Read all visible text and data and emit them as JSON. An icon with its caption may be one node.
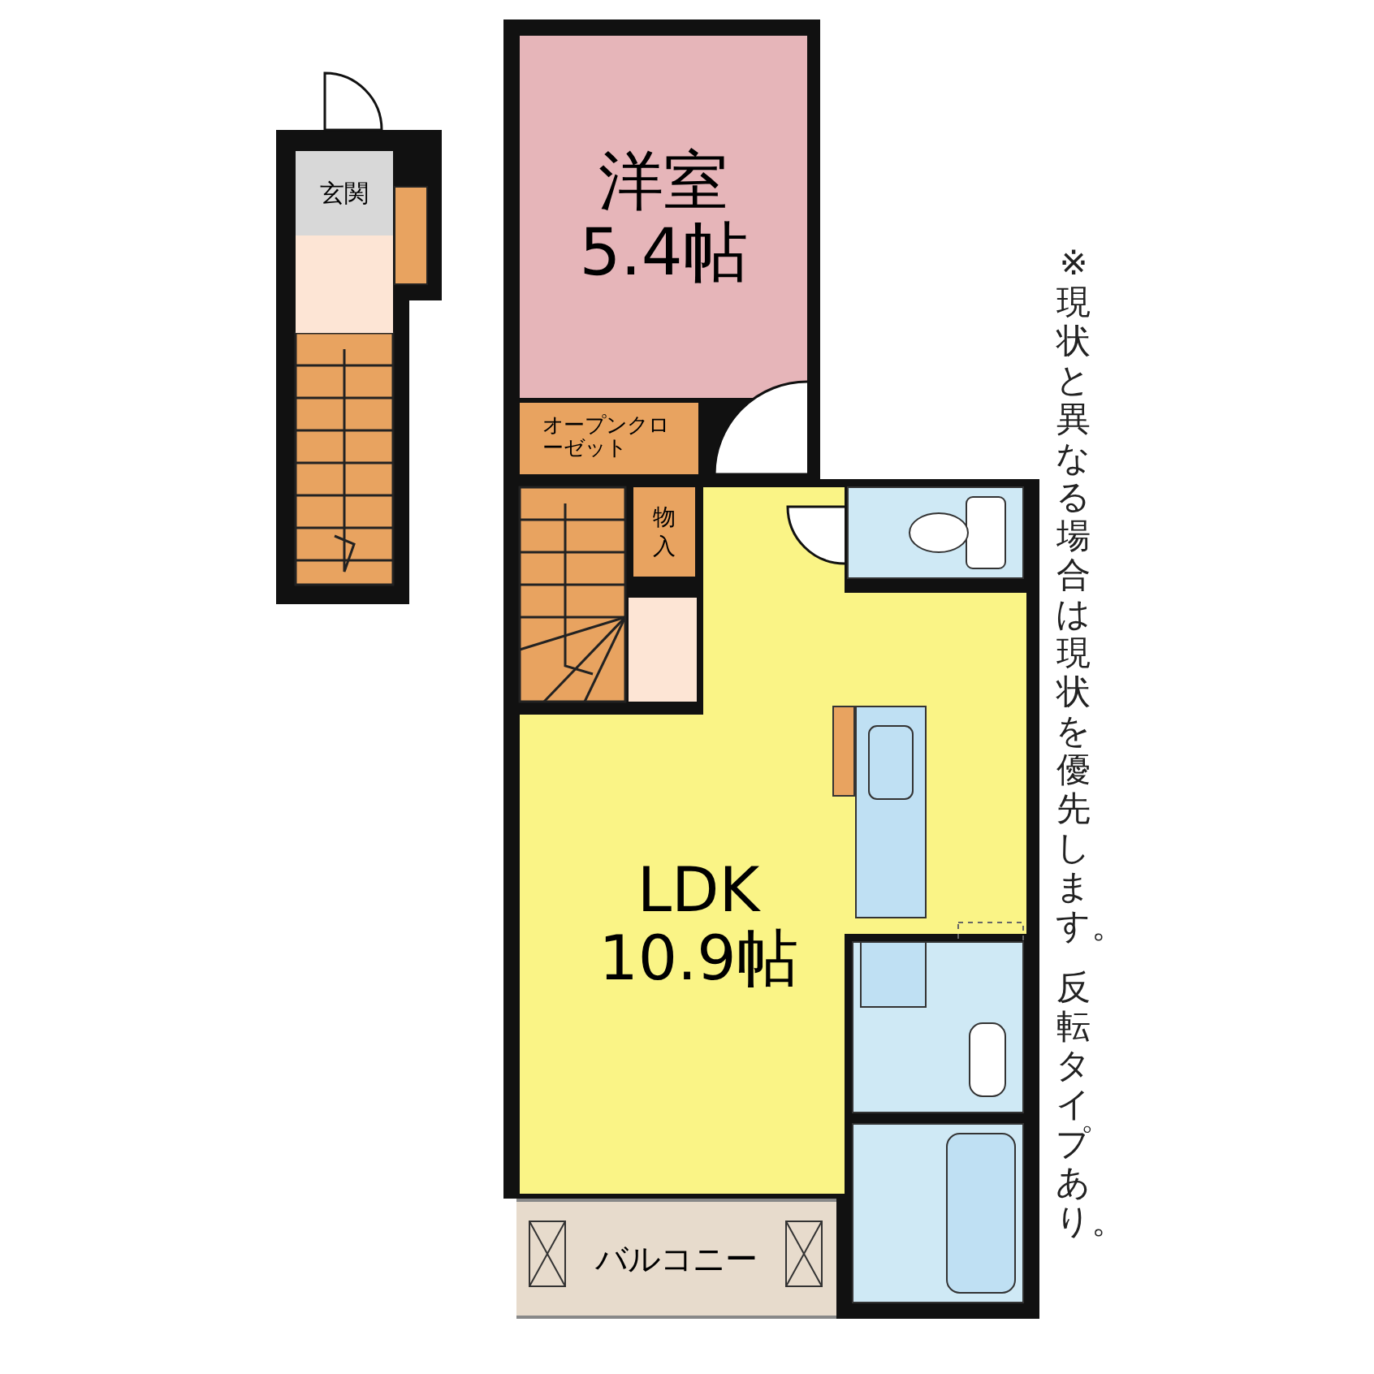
{
  "diagram": {
    "nodes": [
      {
        "text": [
          "玄関"
        ]
      },
      {
        "text": [
          "洋室",
          "5.4帖"
        ]
      },
      {
        "text": [
          "オープンクローゼット"
        ]
      },
      {
        "text": [
          "物入"
        ]
      },
      {
        "text": [
          "LDK",
          "10.9帖"
        ]
      },
      {
        "text": [
          "バルコニー"
        ]
      }
    ],
    "labels": [
      "※現状と異なる場合は現状を優先します。",
      "反転タイプあり。"
    ]
  }
}
